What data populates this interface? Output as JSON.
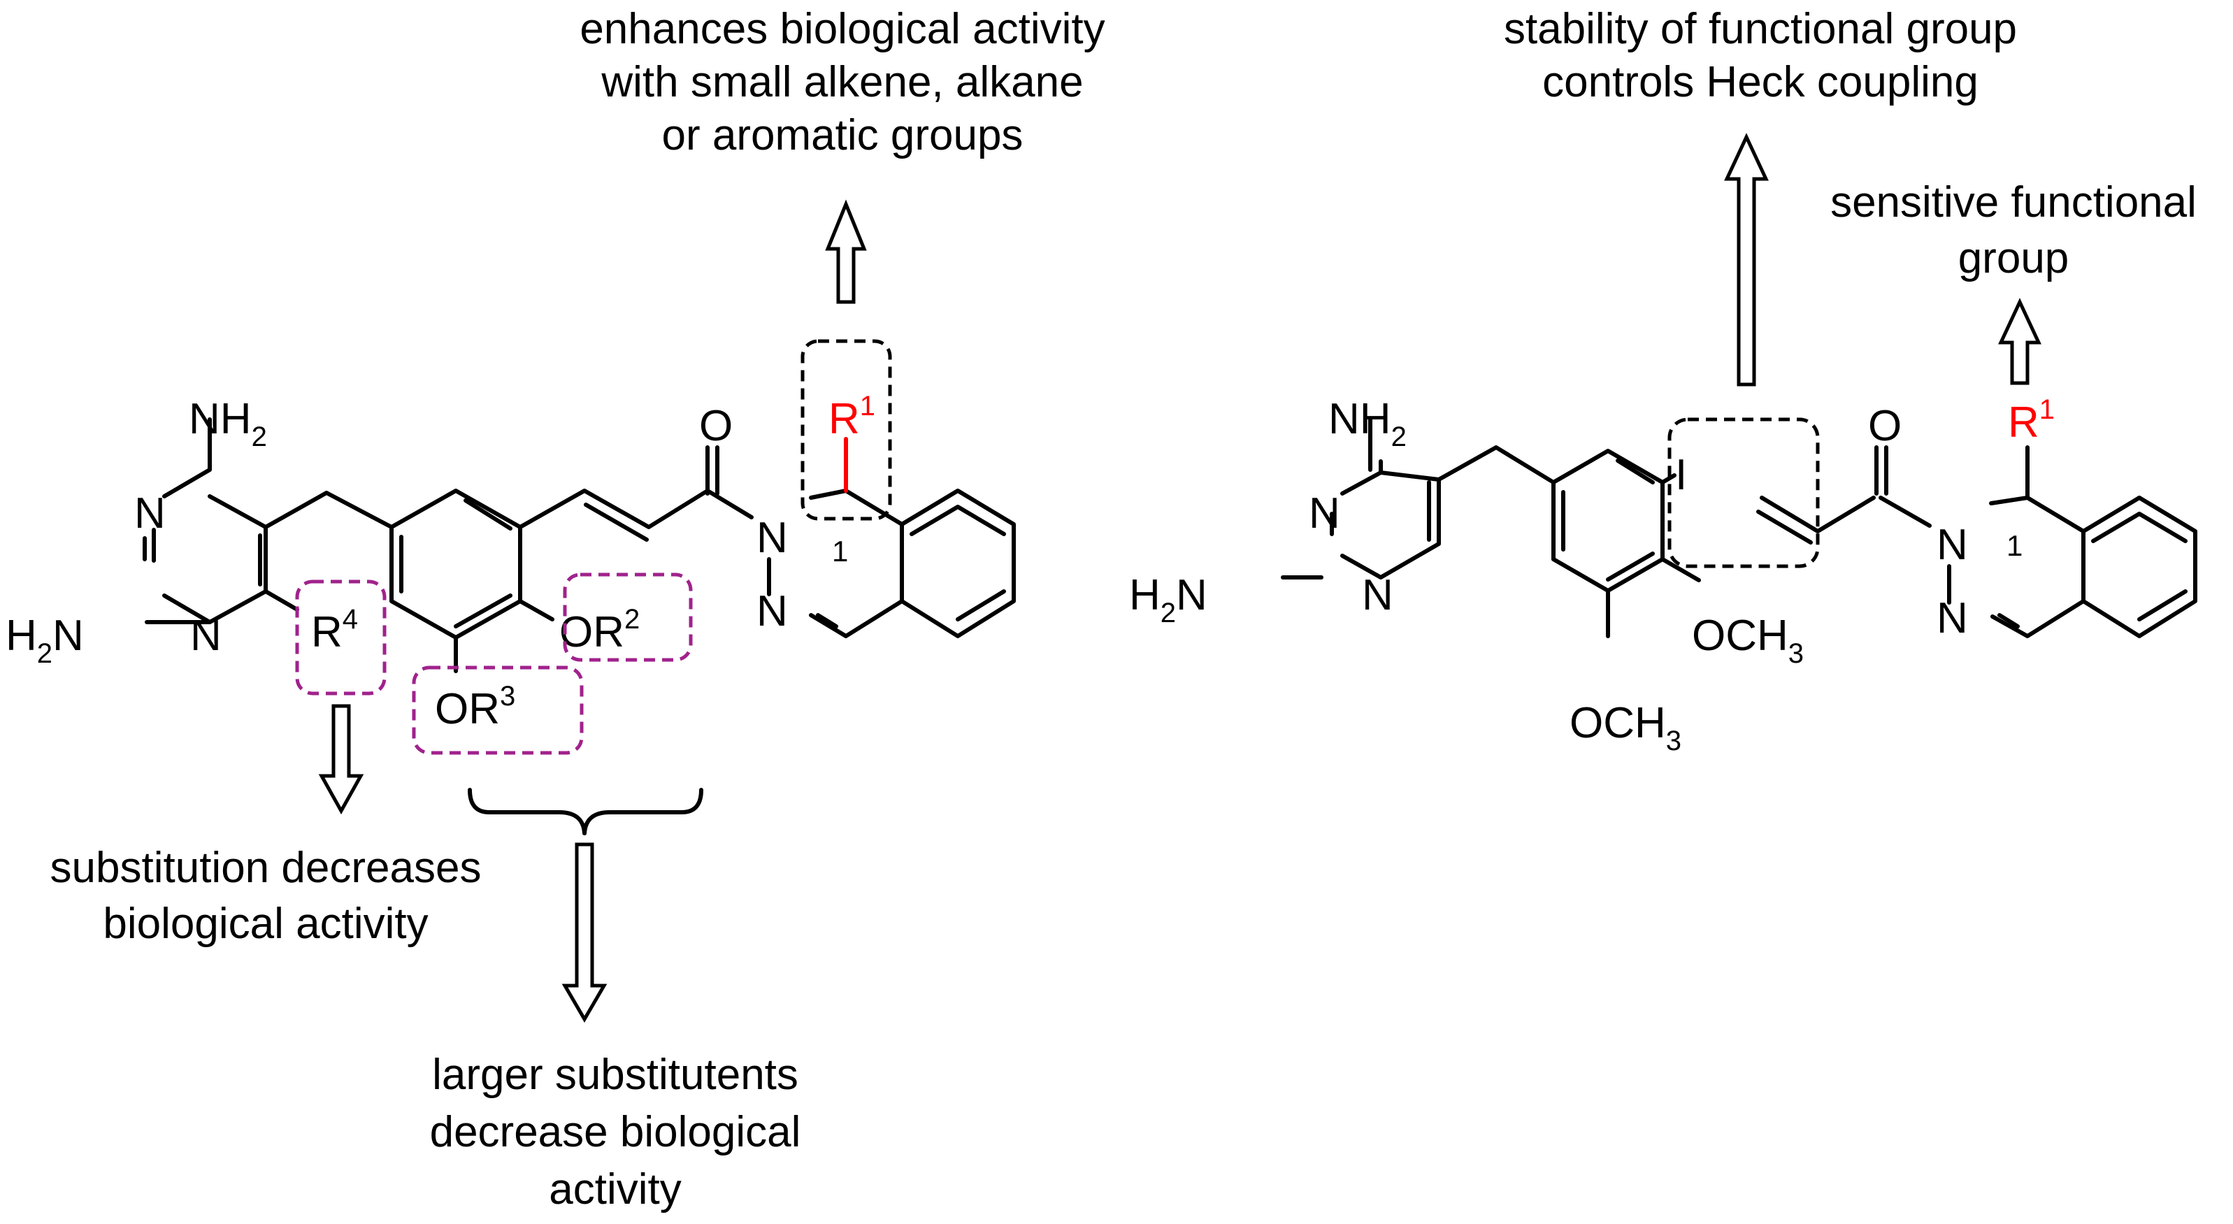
{
  "left_structure": {
    "labels": {
      "nh2": "NH",
      "nh2_sub": "2",
      "h2n_h": "H",
      "h2n_sub": "2",
      "h2n_n": "N",
      "n_top": "N",
      "n_bottom": "N",
      "r4": "R",
      "r4_sup": "4",
      "or2": "OR",
      "or2_sup": "2",
      "or3": "OR",
      "or3_sup": "3",
      "carbonyl_o": "O",
      "n_amide": "N",
      "n_imine": "N",
      "r1": "R",
      "r1_sup": "1",
      "locant": "1"
    },
    "captions": {
      "top": [
        "enhances biological activity",
        "with small alkene, alkane",
        "or aromatic groups"
      ],
      "r4_effect": [
        "substitution decreases",
        "biological activity"
      ],
      "or_effect": [
        "larger substitutents",
        "decrease biological",
        "activity"
      ]
    }
  },
  "right_structure": {
    "labels": {
      "nh2": "NH",
      "nh2_sub": "2",
      "h2n_h": "H",
      "h2n_sub": "2",
      "h2n_n": "N",
      "n_top": "N",
      "n_bottom": "N",
      "iodo": "I",
      "och3_a_pre": "OCH",
      "och3_a_sub": "3",
      "och3_b_pre": "OCH",
      "och3_b_sub": "3",
      "carbonyl_o": "O",
      "n_amide": "N",
      "n_imine": "N",
      "r1": "R",
      "r1_sup": "1",
      "locant": "1"
    },
    "captions": {
      "heck": [
        "stability of functional group",
        "controls Heck coupling"
      ],
      "sensitive": [
        "sensitive functional",
        "group"
      ]
    }
  },
  "colors": {
    "r1_highlight": "#ff0000",
    "box_highlight": "#a0228c",
    "ink": "#000000"
  }
}
